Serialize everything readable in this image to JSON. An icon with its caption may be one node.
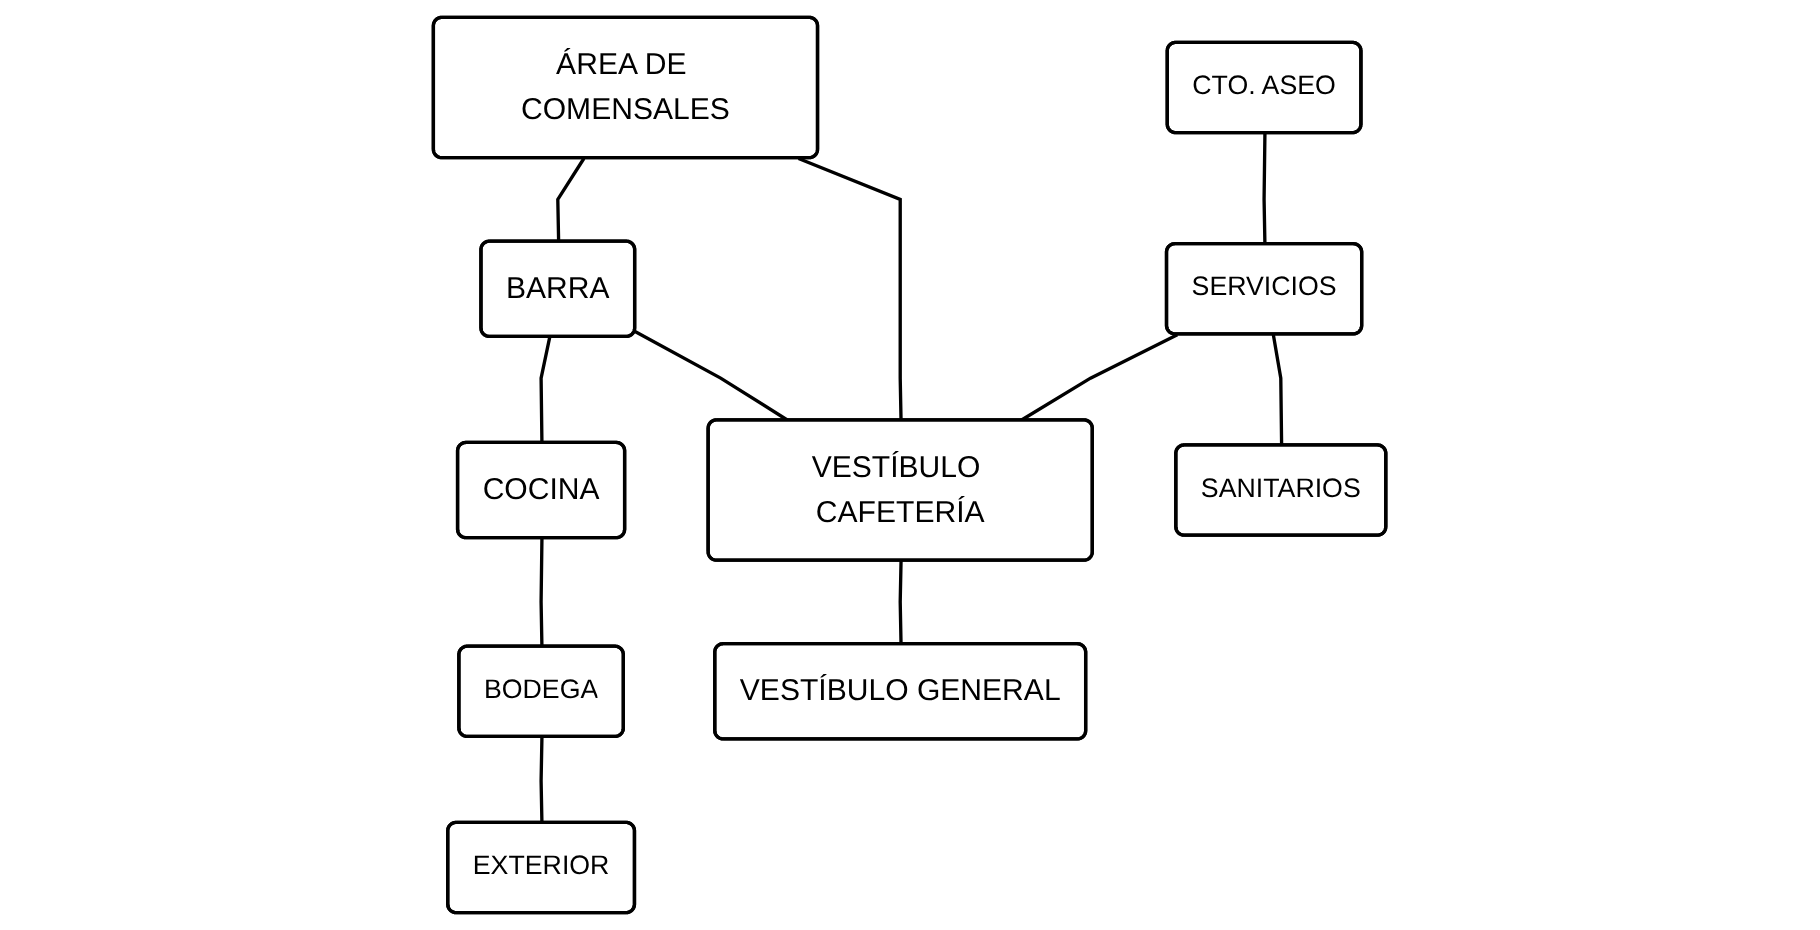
{
  "diagram": {
    "nodes": [
      {
        "text": [
          "ÁREA DE COMENSALES"
        ]
      },
      {
        "text": [
          "BARRA"
        ]
      },
      {
        "text": [
          "COCINA"
        ]
      },
      {
        "text": [
          "CTO. ASEO"
        ]
      },
      {
        "text": [
          "SERVICIOS"
        ]
      },
      {
        "text": [
          "VESTÍBULO CAFETERÍA"
        ]
      },
      {
        "text": [
          "BODEGA"
        ]
      },
      {
        "text": [
          "EXTERIOR"
        ]
      },
      {
        "text": [
          "SANITARIOS"
        ]
      },
      {
        "text": [
          "VESTÍBULO GENERAL"
        ]
      }
    ],
    "edges": [
      {
        "from": 0,
        "to": 1,
        "arrow": "none"
      },
      {
        "from": 1,
        "to": 2,
        "arrow": "none"
      },
      {
        "from": 0,
        "to": 5,
        "arrow": "none"
      },
      {
        "from": 1,
        "to": 5,
        "arrow": "none"
      },
      {
        "from": 3,
        "to": 4,
        "arrow": "none"
      },
      {
        "from": 4,
        "to": 5,
        "arrow": "none"
      },
      {
        "from": 4,
        "to": 8,
        "arrow": "none"
      },
      {
        "from": 2,
        "to": 6,
        "arrow": "none"
      },
      {
        "from": 6,
        "to": 7,
        "arrow": "none"
      },
      {
        "from": 5,
        "to": 9,
        "arrow": "none"
      }
    ]
  }
}
